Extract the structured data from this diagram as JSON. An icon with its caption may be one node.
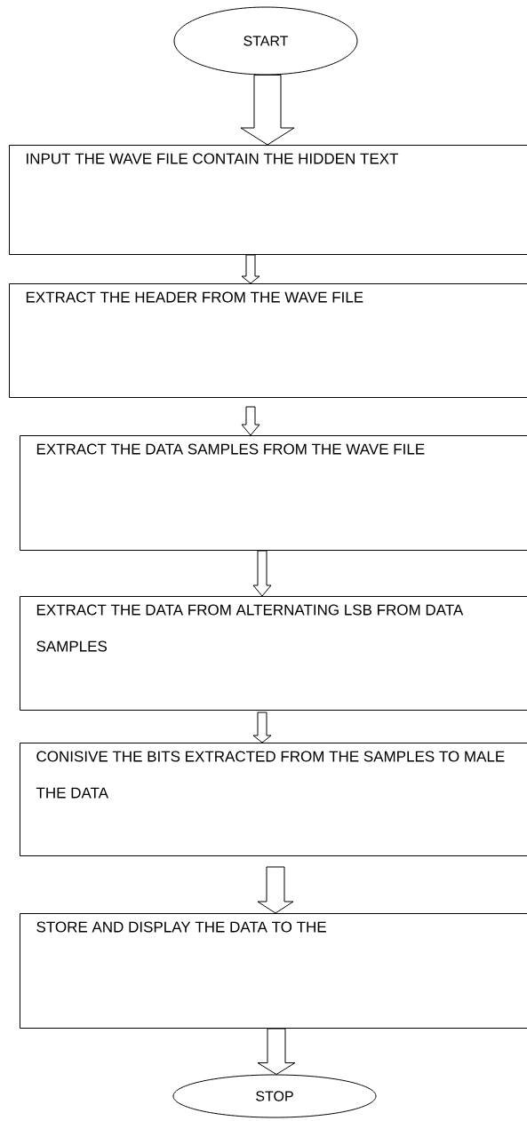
{
  "diagram": {
    "nodes": [
      {
        "text": [
          "START"
        ]
      },
      {
        "text": [
          "INPUT THE WAVE FILE CONTAIN THE HIDDEN TEXT"
        ]
      },
      {
        "text": [
          "EXTRACT THE HEADER FROM THE WAVE FILE"
        ]
      },
      {
        "text": [
          "EXTRACT THE DATA SAMPLES FROM THE WAVE FILE"
        ]
      },
      {
        "text": [
          "EXTRACT THE DATA FROM ALTERNATING LSB FROM DATA SAMPLES"
        ]
      },
      {
        "text": [
          "CONISIVE THE BITS EXTRACTED FROM THE SAMPLES TO MALE THE DATA"
        ]
      },
      {
        "text": [
          "STORE AND DISPLAY THE DATA TO THE"
        ]
      },
      {
        "text": [
          "STOP"
        ]
      }
    ],
    "edges": [
      {
        "from": 0,
        "to": 1,
        "arrow": "to"
      },
      {
        "from": 1,
        "to": 2,
        "arrow": "to"
      },
      {
        "from": 2,
        "to": 3,
        "arrow": "to"
      },
      {
        "from": 3,
        "to": 4,
        "arrow": "to"
      },
      {
        "from": 4,
        "to": 5,
        "arrow": "to"
      },
      {
        "from": 5,
        "to": 6,
        "arrow": "to"
      },
      {
        "from": 6,
        "to": 7,
        "arrow": "to"
      }
    ]
  }
}
